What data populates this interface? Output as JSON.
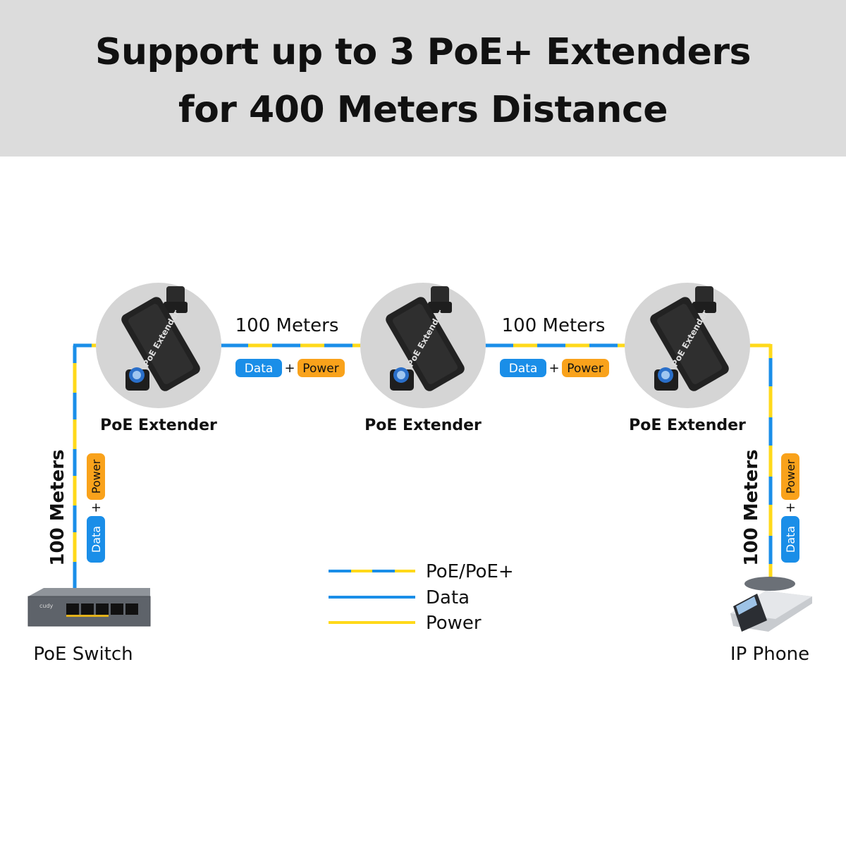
{
  "title": {
    "line1": "Support up to 3 PoE+ Extenders",
    "line2": "for 400 Meters Distance"
  },
  "devices": {
    "switch_label": "PoE Switch",
    "switch_brand": "cudy",
    "phone_label": "IP Phone",
    "extender_label": "PoE Extender",
    "extender_device_text": "PoE Extender"
  },
  "segments": {
    "distance": "100 Meters",
    "data_badge": "Data",
    "plus": "+",
    "power_badge": "Power"
  },
  "legend": {
    "poe": "PoE/PoE+",
    "data": "Data",
    "power": "Power"
  },
  "colors": {
    "data": "#1a8ee8",
    "power": "#ffd91a",
    "data_badge": "#1a8ee8",
    "power_badge": "#f9a21b",
    "circle": "#d5d5d5",
    "header_bg": "#dcdcdc"
  }
}
